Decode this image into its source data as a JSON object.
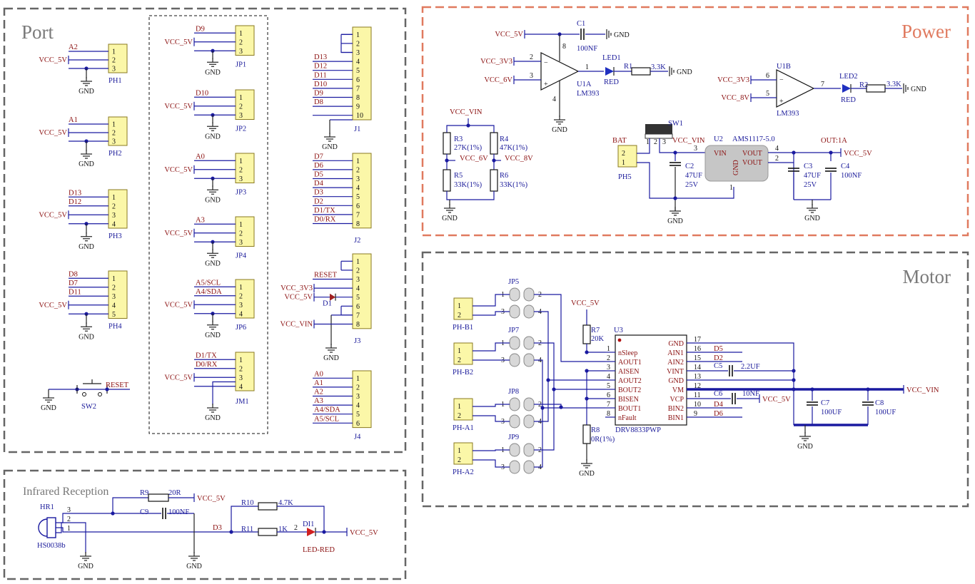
{
  "sections": {
    "port": "Port",
    "power": "Power",
    "motor": "Motor",
    "ir": "Infrared Reception"
  },
  "nets": {
    "vcc5": "VCC_5V",
    "vcc3v3": "VCC_3V3",
    "vcc6": "VCC_6V",
    "vcc8": "VCC_8V",
    "vccvin": "VCC_VIN",
    "vcc6s": "VCC_6V",
    "vcc8s": "VCC_8V",
    "gnd": "GND",
    "reset": "RESET",
    "d3": "D3",
    "bat": "BAT",
    "out1a": "OUT:1A"
  },
  "port": {
    "ph1": {
      "ref": "PH1",
      "nets": [
        "A2",
        "VCC_5V",
        ""
      ],
      "pins": [
        "1",
        "2",
        "3"
      ]
    },
    "ph2": {
      "ref": "PH2",
      "nets": [
        "A1",
        "VCC_5V",
        ""
      ],
      "pins": [
        "1",
        "2",
        "3"
      ]
    },
    "ph3": {
      "ref": "PH3",
      "nets": [
        "D13",
        "D12",
        "VCC_5V",
        ""
      ],
      "pins": [
        "1",
        "2",
        "3",
        "4"
      ]
    },
    "ph4": {
      "ref": "PH4",
      "nets": [
        "D8",
        "D7",
        "D11",
        "VCC_5V",
        ""
      ],
      "pins": [
        "1",
        "2",
        "3",
        "4",
        "5"
      ]
    },
    "sw2": {
      "ref": "SW2",
      "net": "RESET"
    },
    "jp1": {
      "ref": "JP1",
      "nets": [
        "D9",
        "VCC_5V",
        ""
      ]
    },
    "jp2": {
      "ref": "JP2",
      "nets": [
        "D10",
        "VCC_5V",
        ""
      ]
    },
    "jp3": {
      "ref": "JP3",
      "nets": [
        "A0",
        "VCC_5V",
        ""
      ]
    },
    "jp4": {
      "ref": "JP4",
      "nets": [
        "A3",
        "VCC_5V",
        ""
      ]
    },
    "jp6": {
      "ref": "JP6",
      "nets": [
        "A5/SCL",
        "A4/SDA",
        "VCC_5V",
        ""
      ]
    },
    "jm1": {
      "ref": "JM1",
      "nets": [
        "D1/TX",
        "D0/RX",
        "VCC_5V",
        ""
      ]
    },
    "j1": {
      "ref": "J1",
      "nets": [
        "",
        "",
        "",
        "D13",
        "D12",
        "D11",
        "D10",
        "D9",
        "D8",
        ""
      ],
      "pins": [
        "1",
        "2",
        "3",
        "4",
        "5",
        "6",
        "7",
        "8",
        "9",
        "10"
      ]
    },
    "j2": {
      "ref": "J2",
      "nets": [
        "D7",
        "D6",
        "D5",
        "D4",
        "D3",
        "D2",
        "D1/TX",
        "D0/RX"
      ],
      "pins": [
        "1",
        "2",
        "3",
        "4",
        "5",
        "6",
        "7",
        "8"
      ]
    },
    "j3": {
      "ref": "J3",
      "nets": [
        "",
        "",
        "RESET",
        "VCC_3V3",
        "VCC_5V",
        "",
        "",
        "VCC_VIN"
      ],
      "pins": [
        "1",
        "2",
        "3",
        "4",
        "5",
        "6",
        "7",
        "8"
      ],
      "diode": "D1"
    },
    "j4": {
      "ref": "J4",
      "nets": [
        "A0",
        "A1",
        "A2",
        "A3",
        "A4/SDA",
        "A5/SCL"
      ],
      "pins": [
        "1",
        "2",
        "3",
        "4",
        "5",
        "6"
      ]
    }
  },
  "power": {
    "c1": {
      "ref": "C1",
      "val": "100NF"
    },
    "u1a": {
      "ref": "U1A",
      "part": "LM393",
      "pins": [
        "2",
        "3",
        "1",
        "8",
        "4"
      ]
    },
    "u1b": {
      "ref": "U1B",
      "part": "LM393",
      "pins": [
        "6",
        "5",
        "7"
      ]
    },
    "led1": {
      "ref": "LED1",
      "color": "RED"
    },
    "led2": {
      "ref": "LED2",
      "color": "RED"
    },
    "r1": {
      "ref": "R1",
      "val": "3.3K"
    },
    "r2": {
      "ref": "R2",
      "val": "3.3K"
    },
    "r3": {
      "ref": "R3",
      "val": "27K(1%)"
    },
    "r4": {
      "ref": "R4",
      "val": "47K(1%)"
    },
    "r5": {
      "ref": "R5",
      "val": "33K(1%)"
    },
    "r6": {
      "ref": "R6",
      "val": "33K(1%)"
    },
    "sw1": {
      "ref": "SW1",
      "pins": [
        "1",
        "2",
        "3"
      ]
    },
    "ph5": {
      "ref": "PH5",
      "pins": [
        "2",
        "1"
      ]
    },
    "u2": {
      "ref": "U2",
      "part": "AMS1117-5.0",
      "vin": "VIN",
      "vout1": "VOUT",
      "vout2": "VOUT",
      "gnd": "GND",
      "pins": [
        "3",
        "4",
        "2",
        "1"
      ]
    },
    "c2": {
      "ref": "C2",
      "val": "47UF",
      "volt": "25V"
    },
    "c3": {
      "ref": "C3",
      "val": "47UF",
      "volt": "25V"
    },
    "c4": {
      "ref": "C4",
      "val": "100NF"
    }
  },
  "motor": {
    "phb1": "PH-B1",
    "phb2": "PH-B2",
    "pha1": "PH-A1",
    "pha2": "PH-A2",
    "jp5": "JP5",
    "jp7": "JP7",
    "jp8": "JP8",
    "jp9": "JP9",
    "r7": {
      "ref": "R7",
      "val": "20K"
    },
    "r8": {
      "ref": "R8",
      "val": "0R(1%)"
    },
    "u3": {
      "ref": "U3",
      "part": "DRV8833PWP",
      "left": [
        [
          "1",
          "nSleep"
        ],
        [
          "2",
          "AOUT1"
        ],
        [
          "3",
          "AISEN"
        ],
        [
          "4",
          "AOUT2"
        ],
        [
          "5",
          "BOUT2"
        ],
        [
          "6",
          "BISEN"
        ],
        [
          "7",
          "BOUT1"
        ],
        [
          "8",
          "nFault"
        ]
      ],
      "right": [
        [
          "17",
          "GND"
        ],
        [
          "16",
          "AIN1"
        ],
        [
          "15",
          "AIN2"
        ],
        [
          "14",
          "VINT"
        ],
        [
          "13",
          "GND"
        ],
        [
          "12",
          "VM"
        ],
        [
          "11",
          "VCP"
        ],
        [
          "10",
          "BIN2"
        ],
        [
          "9",
          "BIN1"
        ]
      ],
      "rnets": [
        "",
        "D5",
        "D2",
        "",
        "",
        "",
        "",
        "D4",
        "D6"
      ]
    },
    "c5": {
      "ref": "C5",
      "val": "2.2UF"
    },
    "c6": {
      "ref": "C6",
      "val": "10NF"
    },
    "c7": {
      "ref": "C7",
      "val": "100UF"
    },
    "c8": {
      "ref": "C8",
      "val": "100UF"
    }
  },
  "ir": {
    "hr1": {
      "ref": "HR1",
      "part": "HS0038b",
      "pins": [
        "3",
        "2",
        "1"
      ]
    },
    "r9": {
      "ref": "R9",
      "val": "20R"
    },
    "c9": {
      "ref": "C9",
      "val": "100NF"
    },
    "r10": {
      "ref": "R10",
      "val": "4.7K"
    },
    "r11": {
      "ref": "R11",
      "val": "1K"
    },
    "di1": {
      "ref": "DI1",
      "part": "LED-RED",
      "pin": "2"
    }
  }
}
